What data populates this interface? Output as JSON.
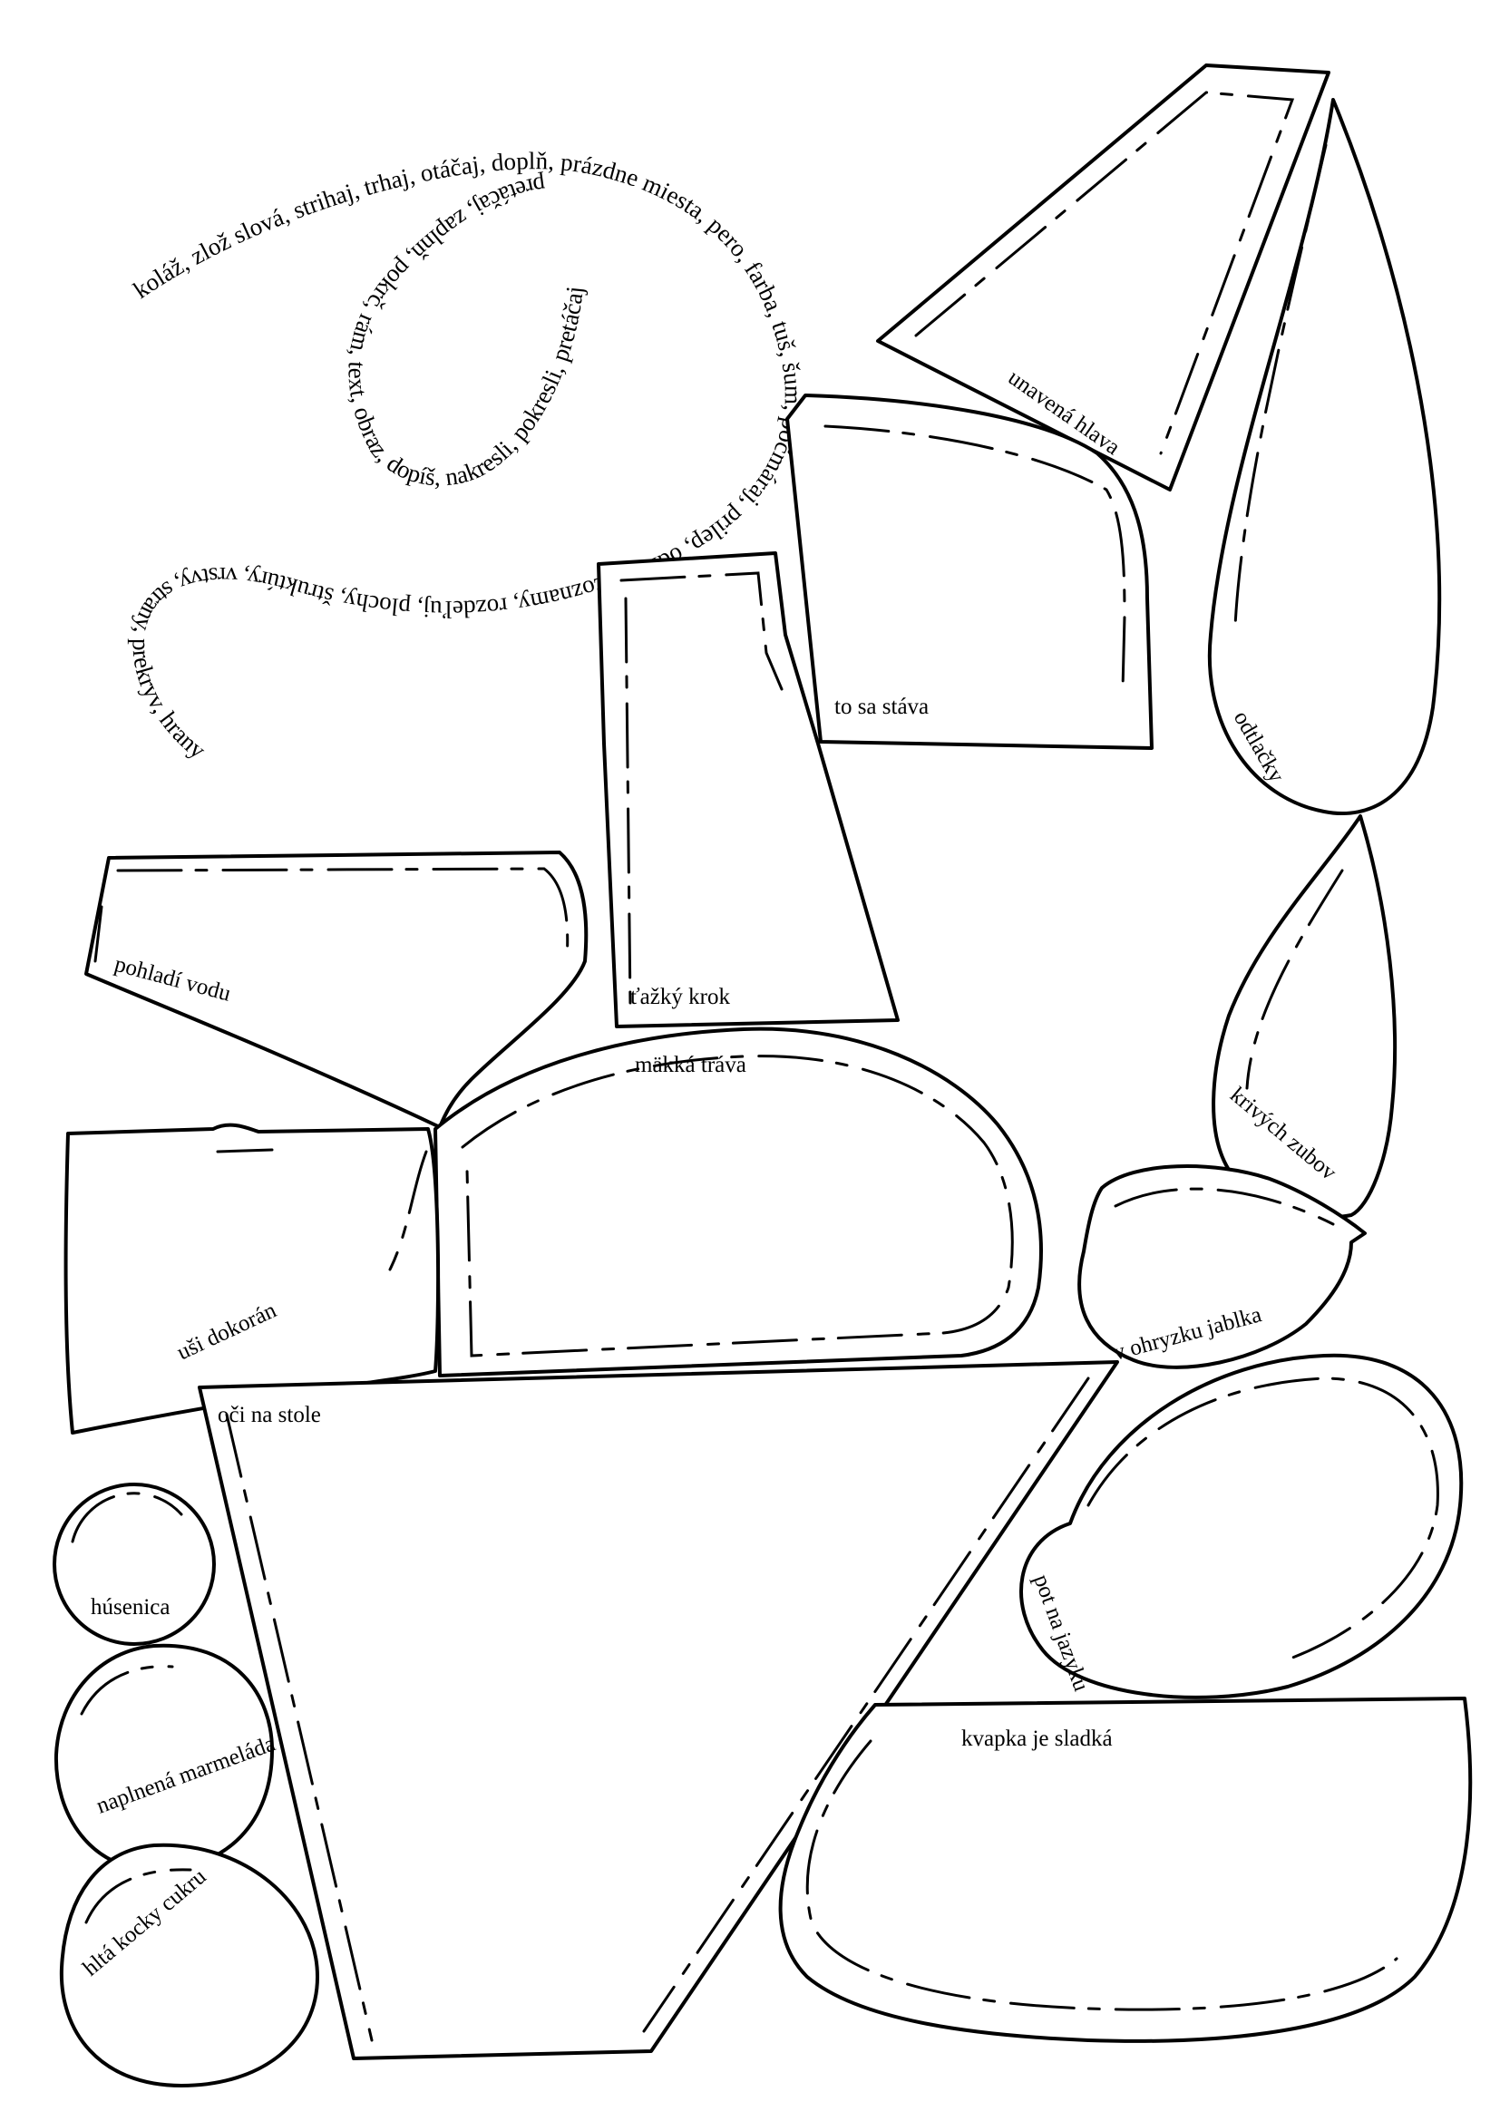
{
  "labels": {
    "unavena_hlava": "unavená hlava",
    "to_sa_stava": "to sa stáva",
    "odtlacky": "odtlačky",
    "tazky_krok": "ťažký krok",
    "pohladi_vodu": "pohladí vodu",
    "makka_trava": "mäkká tráva",
    "krivych_zubov": "krivých zubov",
    "usi_dokoran": "uši dokorán",
    "v_ohryzku_jablka": "v ohryzku jablka",
    "oci_na_stole": "oči na stole",
    "husenica": "húsenica",
    "pot_na_jazyku": "pot na jazyku",
    "naplnena_marmelada": "naplnená marmeláda",
    "kvapka_je_sladka": "kvapka je sladká",
    "hlta_kocky_cukru": "hltá kocky cukru"
  },
  "curl_text": {
    "line1": "koláž, zlož slová, strihaj, trhaj, otáčaj, doplň, prázdne miesta, pero, farba, tuš, šum, počmáraj, prilep, odkazy, zoznamy, rozdeľuj, plochy, štruktúry, vrstvy, strany, prekryv, hrany",
    "line2": "pretáčaj, zaplnň, pokrč, rám, text, obraz, dopíš, nakresli, pokresli, pretáčaj"
  }
}
